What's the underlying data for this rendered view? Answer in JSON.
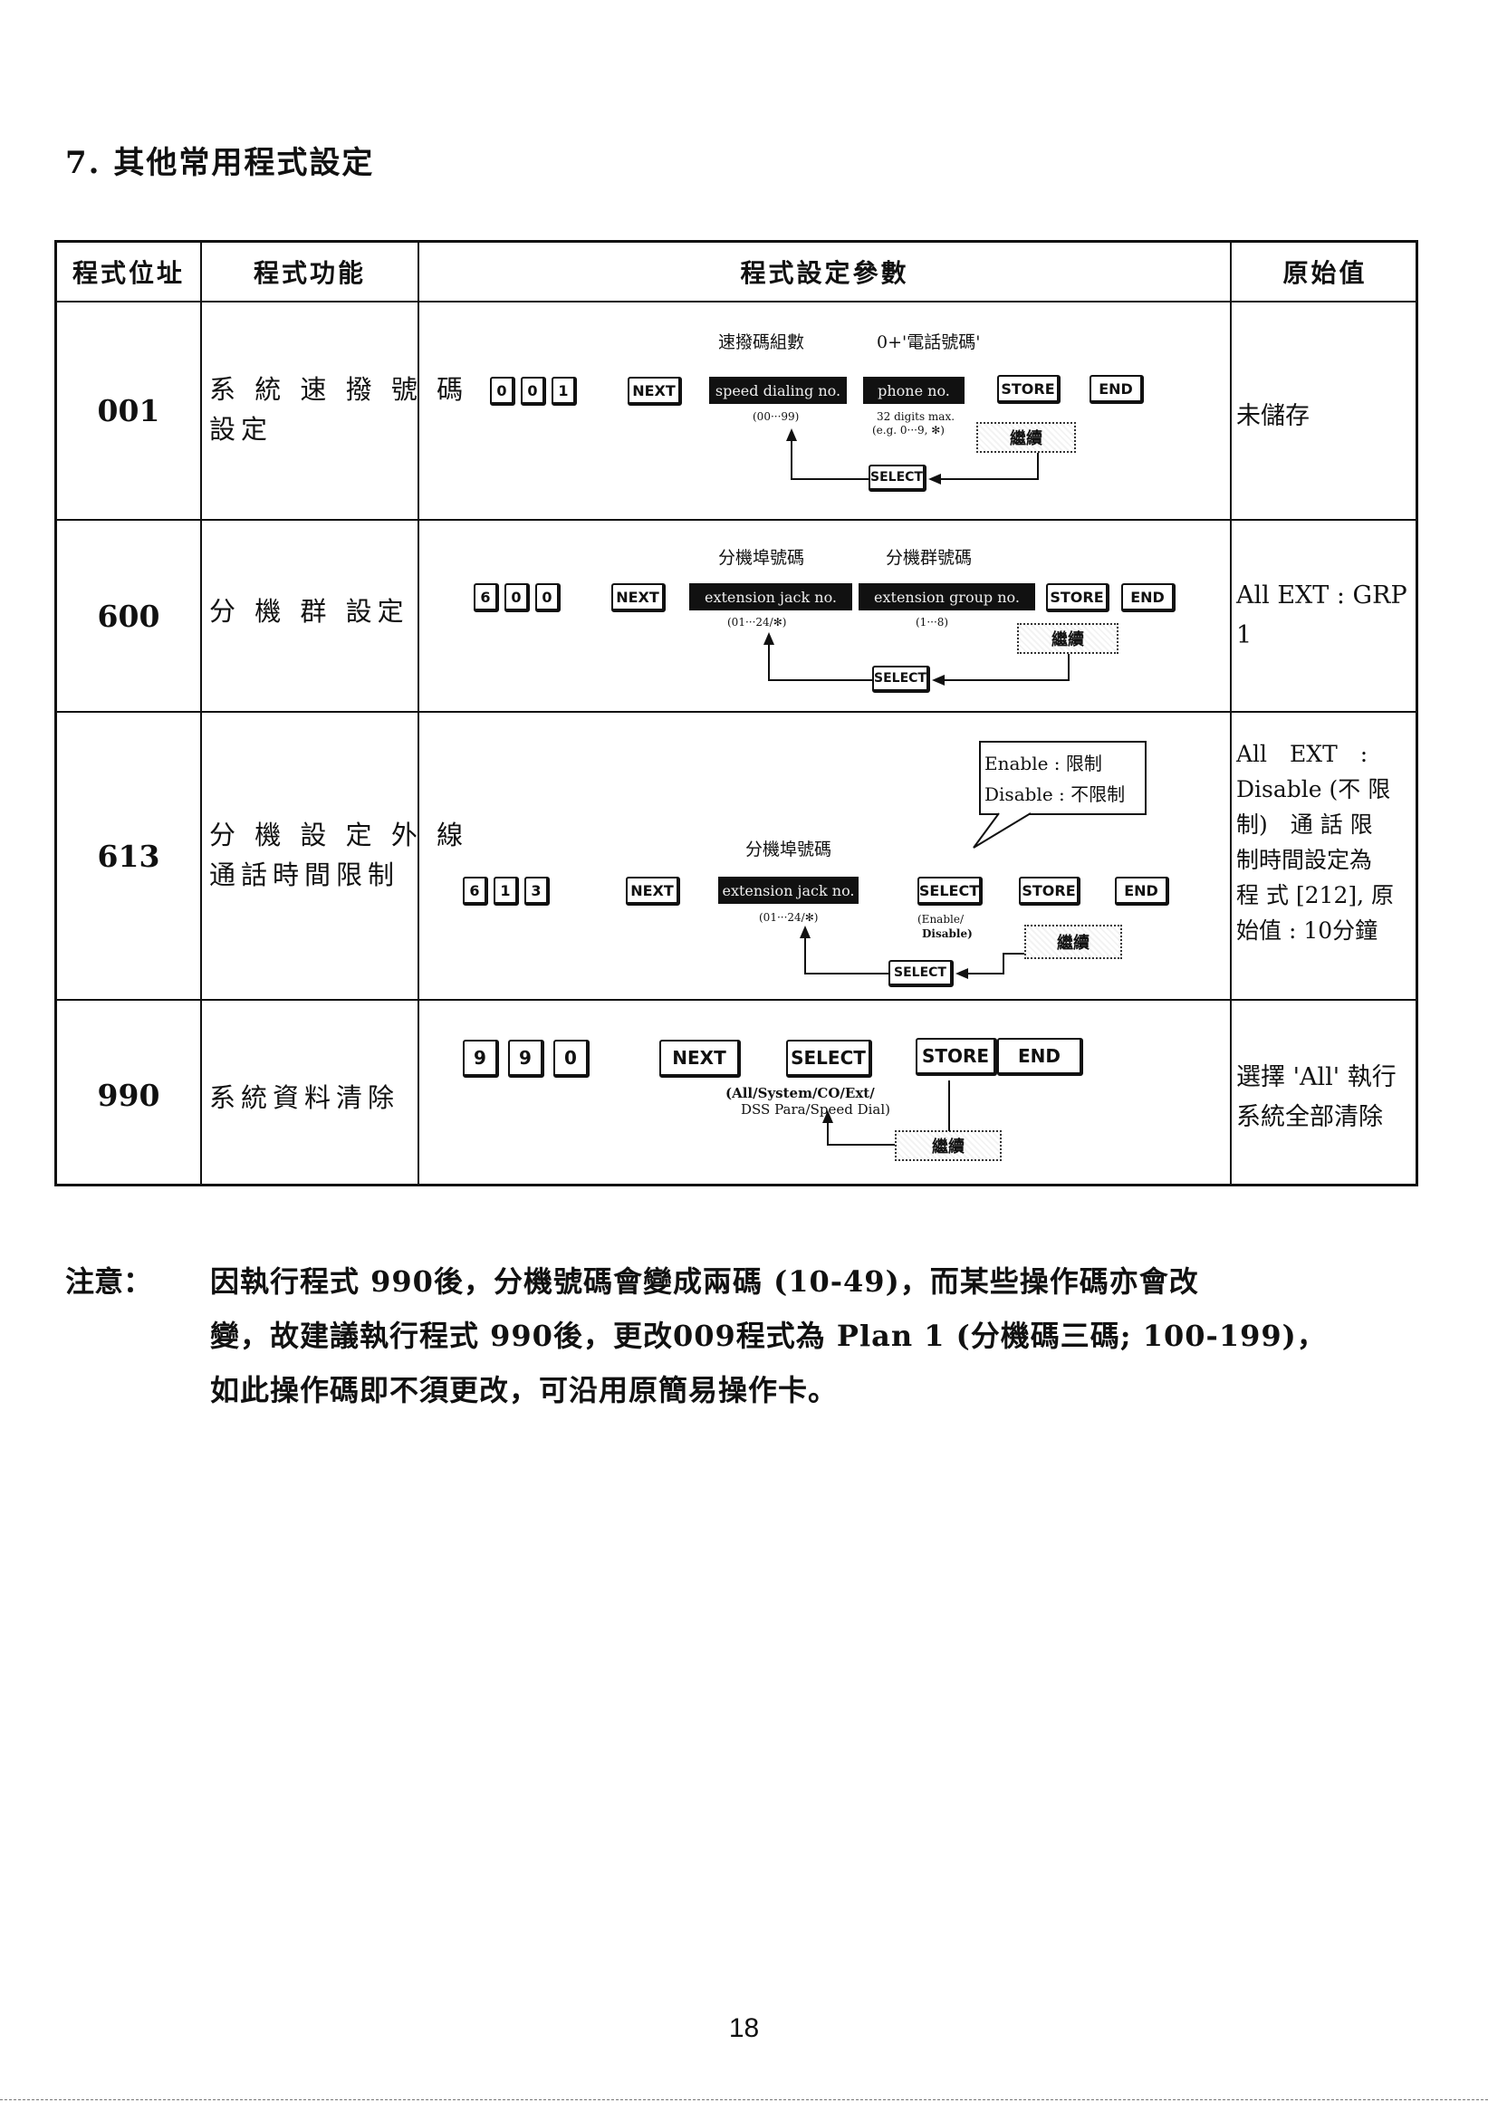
{
  "heading": "7. 其他常用程式設定",
  "table": {
    "headers": [
      "程式位址",
      "程式功能",
      "程式設定參數",
      "原始值"
    ],
    "rows": [
      {
        "addr": "001",
        "func": [
          "系 統 速 撥 號 碼",
          "設定"
        ],
        "default": "未儲存",
        "keys": [
          "0",
          "0",
          "1",
          "NEXT"
        ],
        "top_labels": [
          "速撥碼組數",
          "0+'電話號碼'"
        ],
        "fields": [
          "speed dialing no.",
          "phone no."
        ],
        "ranges": [
          "(00···99)",
          "32 digits max.",
          "(e.g. 0···9, ✻)"
        ],
        "store": "STORE",
        "end": "END",
        "continue": "繼續",
        "select": "SELECT"
      },
      {
        "addr": "600",
        "func": [
          "分 機 群 設定"
        ],
        "default": [
          "All EXT : GRP",
          "1"
        ],
        "keys": [
          "6",
          "0",
          "0",
          "NEXT"
        ],
        "top_labels": [
          "分機埠號碼",
          "分機群號碼"
        ],
        "fields": [
          "extension jack no.",
          "extension group no."
        ],
        "ranges": [
          "(01···24/✻)",
          "(1···8)"
        ],
        "store": "STORE",
        "end": "END",
        "continue": "繼續",
        "select": "SELECT"
      },
      {
        "addr": "613",
        "func": [
          "分 機 設 定 外 線",
          "通話時間限制"
        ],
        "default": [
          "All　EXT　:",
          "Disable (不 限",
          "制)　通 話 限",
          "制時間設定為",
          "程 式 [212], 原",
          "始值 : 10分鐘"
        ],
        "keys": [
          "6",
          "1",
          "3",
          "NEXT"
        ],
        "top_labels": [
          "分機埠號碼"
        ],
        "fields": [
          "extension jack no."
        ],
        "ranges": [
          "(01···24/✻)",
          "(Enable/",
          "Disable)"
        ],
        "callout": [
          "Enable : 限制",
          "Disable : 不限制"
        ],
        "select_key": "SELECT",
        "store": "STORE",
        "end": "END",
        "continue": "繼續",
        "select": "SELECT"
      },
      {
        "addr": "990",
        "func": [
          "系統資料清除"
        ],
        "default": [
          "選擇 'All' 執行",
          "系統全部清除"
        ],
        "keys": [
          "9",
          "9",
          "0",
          "NEXT"
        ],
        "select_key": "SELECT",
        "store": "STORE",
        "end": "END",
        "options": [
          "(All/System/CO/Ext/",
          "DSS Para/Speed Dial)"
        ],
        "continue": "繼續"
      }
    ]
  },
  "note": {
    "label": "注意：",
    "lines": [
      "因執行程式 990後，分機號碼會變成兩碼 (10-49)，而某些操作碼亦會改",
      "變，故建議執行程式 990後，更改009程式為 Plan 1 (分機碼三碼; 100-199)，",
      "如此操作碼即不須更改，可沿用原簡易操作卡。"
    ]
  },
  "page_number": "18"
}
